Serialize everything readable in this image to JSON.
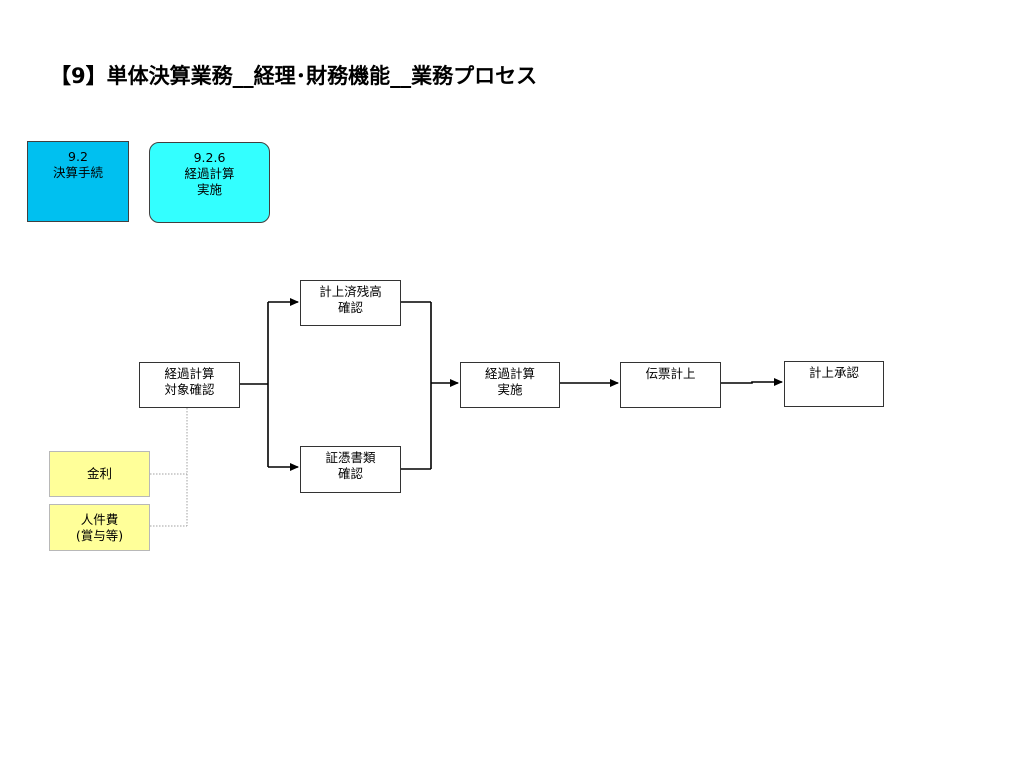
{
  "title": "【9】単体決算業務__経理･財務機能__業務プロセス",
  "process": {
    "id": "9.2",
    "name": "決算手続"
  },
  "subprocess": {
    "id": "9.2.6",
    "line1": "経過計算",
    "line2": "実施"
  },
  "steps": {
    "target_check": {
      "line1": "経過計算",
      "line2": "対象確認"
    },
    "balance_check": {
      "line1": "計上済残高",
      "line2": "確認"
    },
    "voucher_check": {
      "line1": "証憑書類",
      "line2": "確認"
    },
    "execute": {
      "line1": "経過計算",
      "line2": "実施"
    },
    "slip": {
      "line1": "伝票計上"
    },
    "approval": {
      "line1": "計上承認"
    }
  },
  "inputs": {
    "interest": {
      "line1": "金利"
    },
    "personnel": {
      "line1": "人件費",
      "line2": "(賞与等)"
    }
  },
  "colors": {
    "process_fill": "#00c0f0",
    "subprocess_fill": "#33ffff",
    "input_fill": "#ffff99",
    "line": "#000000",
    "dotted_line": "#a0a0a0"
  }
}
